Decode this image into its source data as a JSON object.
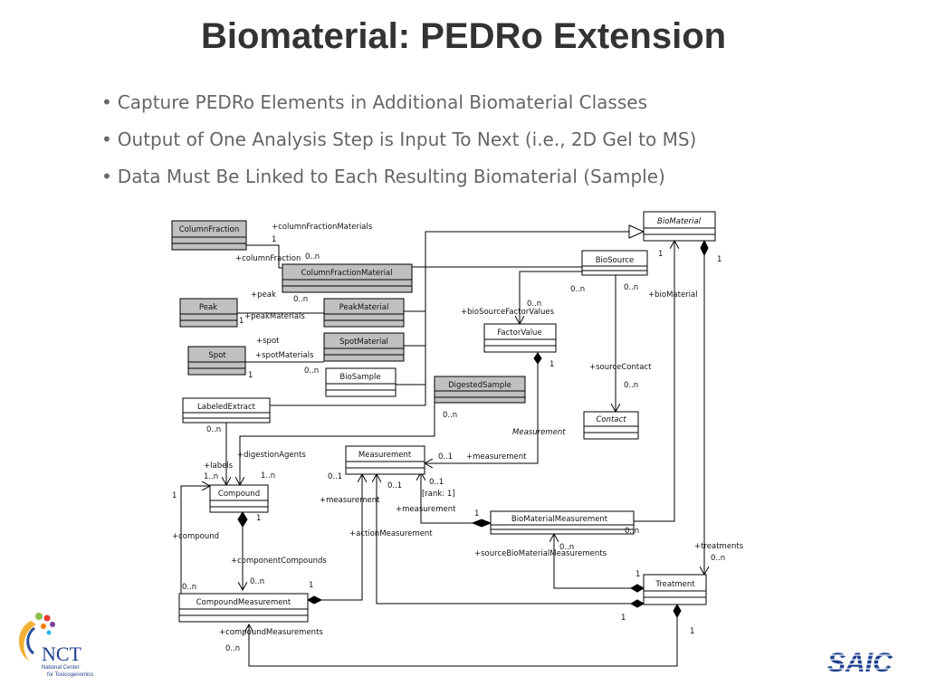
{
  "title": "Biomaterial: PEDRo Extension",
  "bullets": [
    "Capture PEDRo Elements in Additional Biomaterial Classes",
    "Output of One Analysis Step is Input To Next (i.e., 2D Gel to MS)",
    "Data Must Be Linked to Each Resulting Biomaterial (Sample)"
  ],
  "classes": {
    "column_fraction": "ColumnFraction",
    "column_fraction_material": "ColumnFractionMaterial",
    "peak": "Peak",
    "peak_material": "PeakMaterial",
    "spot": "Spot",
    "spot_material": "SpotMaterial",
    "bio_sample": "BioSample",
    "digested_sample": "DigestedSample",
    "labeled_extract": "LabeledExtract",
    "biomaterial": "BioMaterial",
    "bio_source": "BioSource",
    "factor_value": "FactorValue",
    "contact": "Contact",
    "measurement": "Measurement",
    "compound": "Compound",
    "bio_material_measurement": "BioMaterialMeasurement",
    "treatment": "Treatment",
    "compound_measurement": "CompoundMeasurement"
  },
  "labels": {
    "column_fraction_materials": "+columnFractionMaterials",
    "one_a": "1",
    "column_fraction_role": "+columnFraction",
    "zero_n_a": "0..n",
    "peak_role": "+peak",
    "zero_n_b": "0..n",
    "peak_materials": "+peakMaterials",
    "one_b": "1",
    "spot_role": "+spot",
    "spot_materials": "+spotMaterials",
    "one_c": "1",
    "zero_n_c": "0..n",
    "zero_n_d": "0..n",
    "zero_n_e": "0..n",
    "zero_n_f": "0..n",
    "bio_source_factor_values": "+bioSourceFactorValues",
    "bio_material_role": "+bioMaterial",
    "one_d": "1",
    "one_e": "1",
    "one_f": "1",
    "source_contact": "+sourceContact",
    "zero_n_g": "0..n",
    "zero_n_h": "0..n",
    "measurement_italic": "Measurement",
    "zero_n_i": "0..n",
    "digestion_agents": "+digestionAgents",
    "labels_role": "+labels",
    "one_n_a": "1..n",
    "one_n_b": "1..n",
    "zero_one_a": "0..1",
    "measurement_role_a": "+measurement",
    "zero_one_b": "0..1",
    "zero_one_c": "0..1",
    "zero_one_d": "0..1",
    "rank": "[rank: 1]",
    "measurement_role_b": "+measurement",
    "measurement_role_c": "+measurement",
    "one_g": "1",
    "one_h": "1",
    "one_i": "1",
    "zero_n_j": "0..n",
    "compound_role": "+compound",
    "action_measurement": "+actionMeasurement",
    "zero_n_k": "0..n",
    "source_bio_material_measurements": "+sourceBioMaterialMeasurements",
    "treatments": "+treatments",
    "zero_n_l": "0..n",
    "component_compounds": "+componentCompounds",
    "zero_n_m": "0..n",
    "zero_n_n": "0..n",
    "one_j": "1",
    "one_k": "1",
    "one_l": "1",
    "compound_measurements": "+compoundMeasurements",
    "zero_n_o": "0..n",
    "one_m": "1"
  },
  "logos": {
    "nct_text": "NCT",
    "nct_sub1": "National Center",
    "nct_sub2": "for Toxicogenomics",
    "saic_text": "SAIC"
  },
  "colors": {
    "title": "#333333",
    "bullet_text": "#666666",
    "class_fill_gray": "#c0c0c0",
    "class_fill_white": "#ffffff",
    "saic_blue": "#1e3f8f"
  }
}
